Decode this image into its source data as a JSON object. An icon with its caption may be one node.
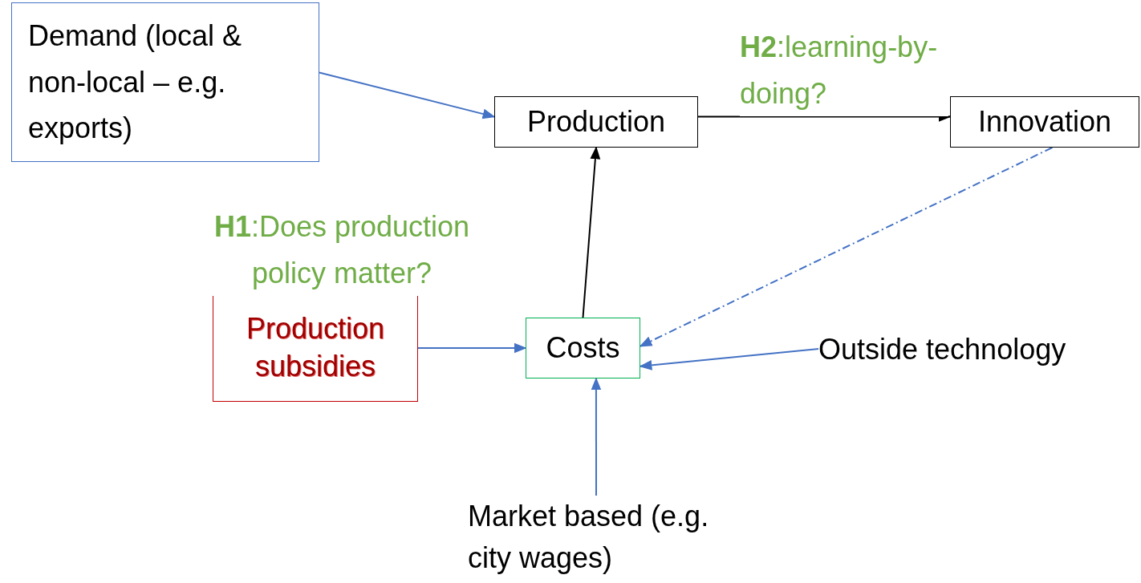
{
  "diagram": {
    "nodes": [
      {
        "text": [
          "Demand (local & non-local – e.g. exports)"
        ]
      },
      {
        "text": [
          "Production"
        ]
      },
      {
        "text": [
          "Innovation"
        ]
      },
      {
        "text": [
          "Production subsidies"
        ]
      },
      {
        "text": [
          "Costs"
        ]
      },
      {
        "text": [
          "Outside technology"
        ]
      },
      {
        "text": [
          "Market based (e.g. city wages)"
        ]
      }
    ],
    "edges": [
      {
        "from": 0,
        "to": 1,
        "arrow": "to"
      },
      {
        "from": 1,
        "to": 2,
        "arrow": "to",
        "label": "**H2**:learning-by-doing?",
        "color": "#000000"
      },
      {
        "from": 4,
        "to": 1,
        "arrow": "to",
        "color": "#000000"
      },
      {
        "from": 2,
        "to": 4,
        "arrow": "to",
        "style": "dashed"
      },
      {
        "from": 3,
        "to": 4,
        "arrow": "to"
      },
      {
        "from": 5,
        "to": 4,
        "arrow": "to"
      },
      {
        "from": 6,
        "to": 4,
        "arrow": "to"
      }
    ],
    "labels": [
      "**H1**:Does production policy matter?"
    ]
  }
}
